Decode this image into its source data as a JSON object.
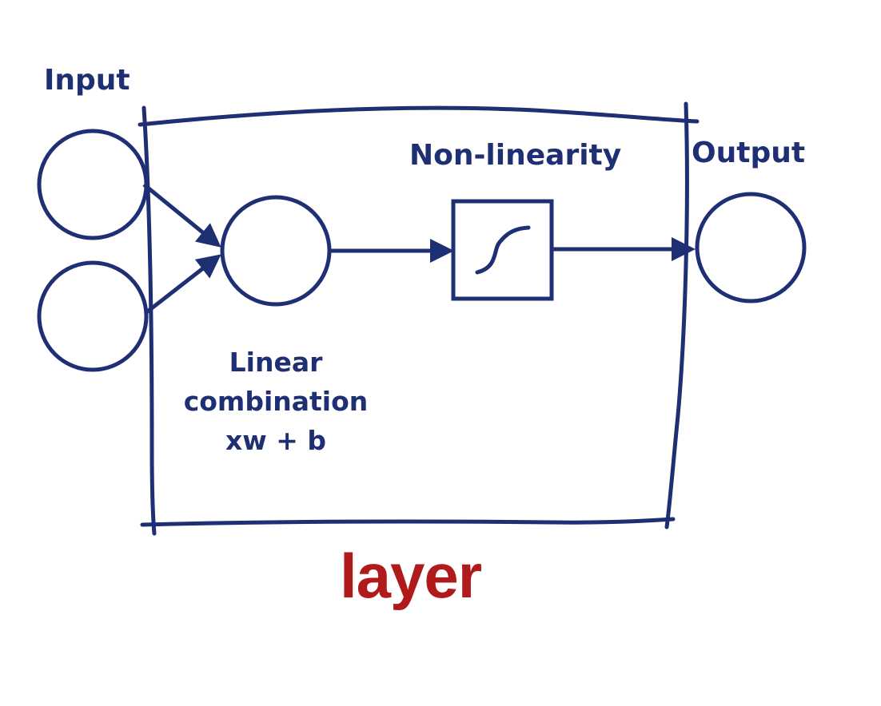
{
  "labels": {
    "input": "Input",
    "nonlinearity": "Non-linearity",
    "output": "Output",
    "linear_line1": "Linear",
    "linear_line2": "combination",
    "linear_line3": "xw + b",
    "layer": "layer"
  },
  "colors": {
    "ink": "#1f2f73",
    "layer": "#b11a1a",
    "background": "#ffffff"
  },
  "icons": {
    "activation": "sigmoid-curve-icon"
  }
}
